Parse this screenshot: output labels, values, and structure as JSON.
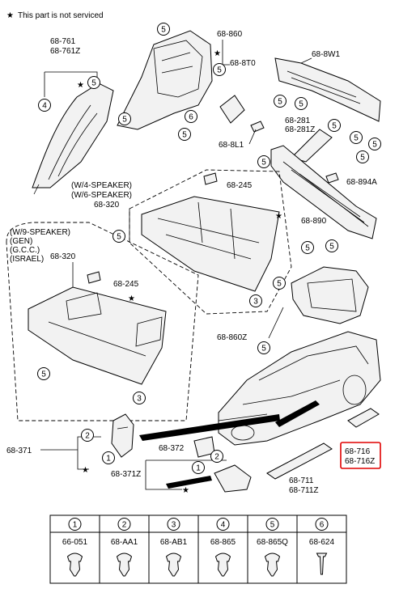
{
  "legend": {
    "star": "★",
    "note": "This part is not serviced"
  },
  "callout_labels": [
    "68-761",
    "68-761Z",
    "68-860",
    "68-8T0",
    "68-8W1",
    "68-8L1",
    "68-281",
    "68-281Z",
    "68-245",
    "68-894A",
    "68-890",
    "68-320",
    "68-860Z",
    "68-371",
    "68-371Z",
    "68-372",
    "68-711",
    "68-711Z",
    "68-716",
    "68-716Z"
  ],
  "speaker_group_1": [
    "(W/4-SPEAKER)",
    "(W/6-SPEAKER)"
  ],
  "speaker_group_2": [
    "(W/9-SPEAKER)",
    "(GEN)",
    "(G.C.C.)",
    "(ISRAEL)"
  ],
  "highlight": {
    "labels": [
      "68-716",
      "68-716Z"
    ],
    "color": "#e00000"
  },
  "fastener_table": {
    "numbers": [
      "1",
      "2",
      "3",
      "4",
      "5",
      "6"
    ],
    "parts": [
      "66-051",
      "68-AA1",
      "68-AB1",
      "68-865",
      "68-865Q",
      "68-624"
    ]
  }
}
